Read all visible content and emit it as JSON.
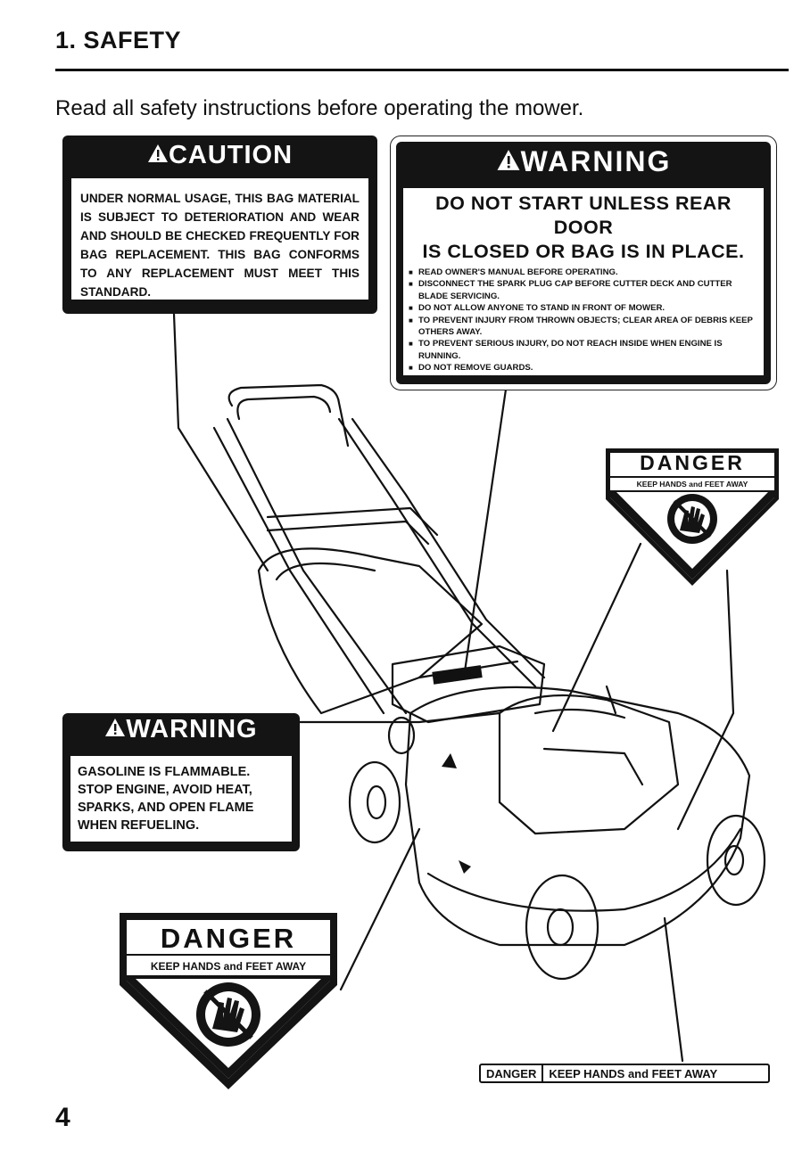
{
  "page": {
    "heading": "1. SAFETY",
    "intro": "Read all safety instructions before operating the mower.",
    "page_number": "4"
  },
  "caution_label": {
    "title": "CAUTION",
    "text": "UNDER NORMAL USAGE, THIS BAG MATERIAL IS SUBJECT TO DETERIORATION AND WEAR AND SHOULD BE CHECKED FREQUENTLY FOR BAG REPLACEMENT. THIS BAG CONFORMS TO ANY REPLACEMENT MUST MEET THIS STANDARD."
  },
  "warning_main": {
    "title": "WARNING",
    "headline_1": "DO NOT START UNLESS REAR DOOR",
    "headline_2": "IS CLOSED OR BAG IS IN PLACE.",
    "items": [
      "READ OWNER'S MANUAL BEFORE OPERATING.",
      "DISCONNECT THE SPARK PLUG CAP BEFORE CUTTER DECK AND CUTTER BLADE SERVICING.",
      "DO NOT ALLOW ANYONE TO STAND IN FRONT OF MOWER.",
      "TO PREVENT INJURY FROM THROWN OBJECTS; CLEAR AREA OF DEBRIS KEEP OTHERS AWAY.",
      "TO PREVENT SERIOUS INJURY, DO NOT REACH INSIDE WHEN ENGINE IS RUNNING.",
      "DO NOT REMOVE GUARDS."
    ]
  },
  "warning_gas": {
    "title": "WARNING",
    "lines": [
      "GASOLINE IS FLAMMABLE.",
      "STOP ENGINE, AVOID HEAT,",
      "SPARKS, AND OPEN FLAME",
      "WHEN REFUELING."
    ]
  },
  "danger_small": {
    "title": "DANGER",
    "subtitle": "KEEP HANDS and FEET AWAY"
  },
  "danger_large": {
    "title": "DANGER",
    "subtitle": "KEEP HANDS and FEET AWAY"
  },
  "strip_label": {
    "left": "DANGER",
    "right": "KEEP HANDS and FEET AWAY"
  },
  "icons": {
    "alert": "warning-triangle-icon",
    "hand": "hand-hazard-icon"
  }
}
